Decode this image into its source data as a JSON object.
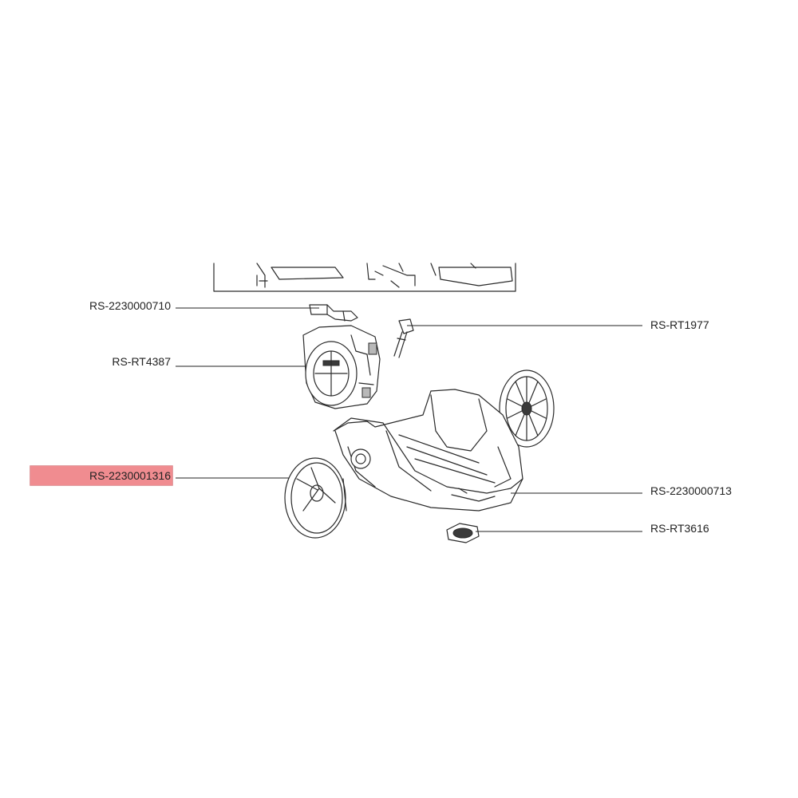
{
  "highlight_color": "#f08c90",
  "labels": {
    "lid_clip": "RS-2230000710",
    "motor_housing": "RS-RT4387",
    "wheel_left": "RS-2230001316",
    "cable_clip": "RS-RT1977",
    "body_shell": "RS-2230000713",
    "swivel_castor": "RS-RT3616"
  },
  "highlighted_part": "RS-2230001316"
}
